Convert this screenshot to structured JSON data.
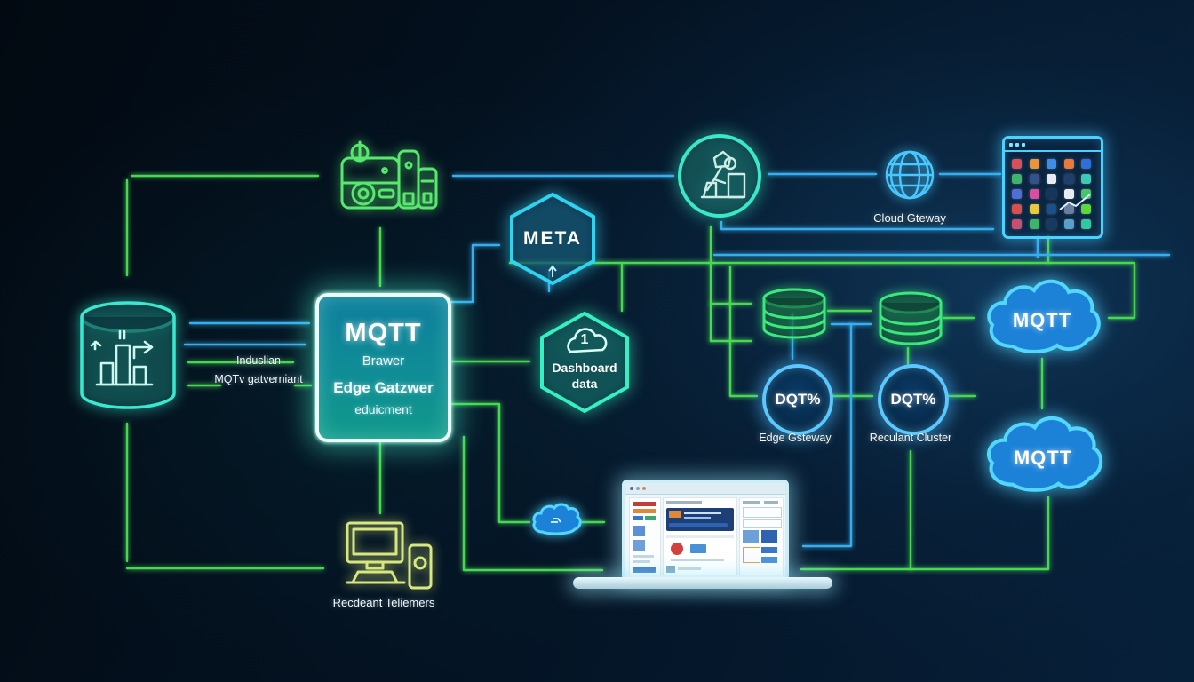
{
  "nodes": {
    "broker": {
      "title": "MQTT",
      "line1": "Brawer",
      "line2": "Edge Gatzwer",
      "line3": "eduicment"
    },
    "meta": {
      "label": "META"
    },
    "dashboard": {
      "badge": "1",
      "line1": "Dashboard",
      "line2": "data"
    },
    "cloud_gateway": {
      "label": "Cloud Gteway"
    },
    "dqt_left": {
      "value": "DQT%",
      "caption": "Edge Gsteway"
    },
    "dqt_right": {
      "value": "DQT%",
      "caption": "Reculant Cluster"
    },
    "mqtt_cloud_top": {
      "label": "MQTT"
    },
    "mqtt_cloud_bottom": {
      "label": "MQTT"
    },
    "telemetry_pc": {
      "caption": "Recdeant Teliemers"
    },
    "db_link": {
      "line1": "Induslian",
      "line2": "MQTv gatverniant"
    }
  },
  "palette": {
    "background": "#041425",
    "green_line": "#46d94f",
    "cyan_line": "#35aef0",
    "neon_cyan": "#3ae8cf",
    "neon_green": "#3ae87c",
    "cloud_fill": "#1b82d8",
    "cloud_stroke": "#53d6ff",
    "device_green": "#58e86e",
    "pc_yellow_green": "#d8e87f"
  },
  "browser_app_grid": [
    "#d94f5c",
    "#e8953c",
    "#3c8fe8",
    "#e87a3c",
    "#2f6fd8",
    "#3cb46a",
    "#34518c",
    "#e8ecf2",
    "#20406b",
    "#3cc8b4",
    "#4f6fd8",
    "#d84fa0",
    "#14355c",
    "#e8ecf2",
    "#45c46a",
    "#d84f4f",
    "#e8c83c",
    "#1c4f8c",
    "#6a7fa0",
    "#5cd83c",
    "#c94f72",
    "#3cb46a",
    "#153a63",
    "#58a0c8",
    "#2fc8a0"
  ]
}
